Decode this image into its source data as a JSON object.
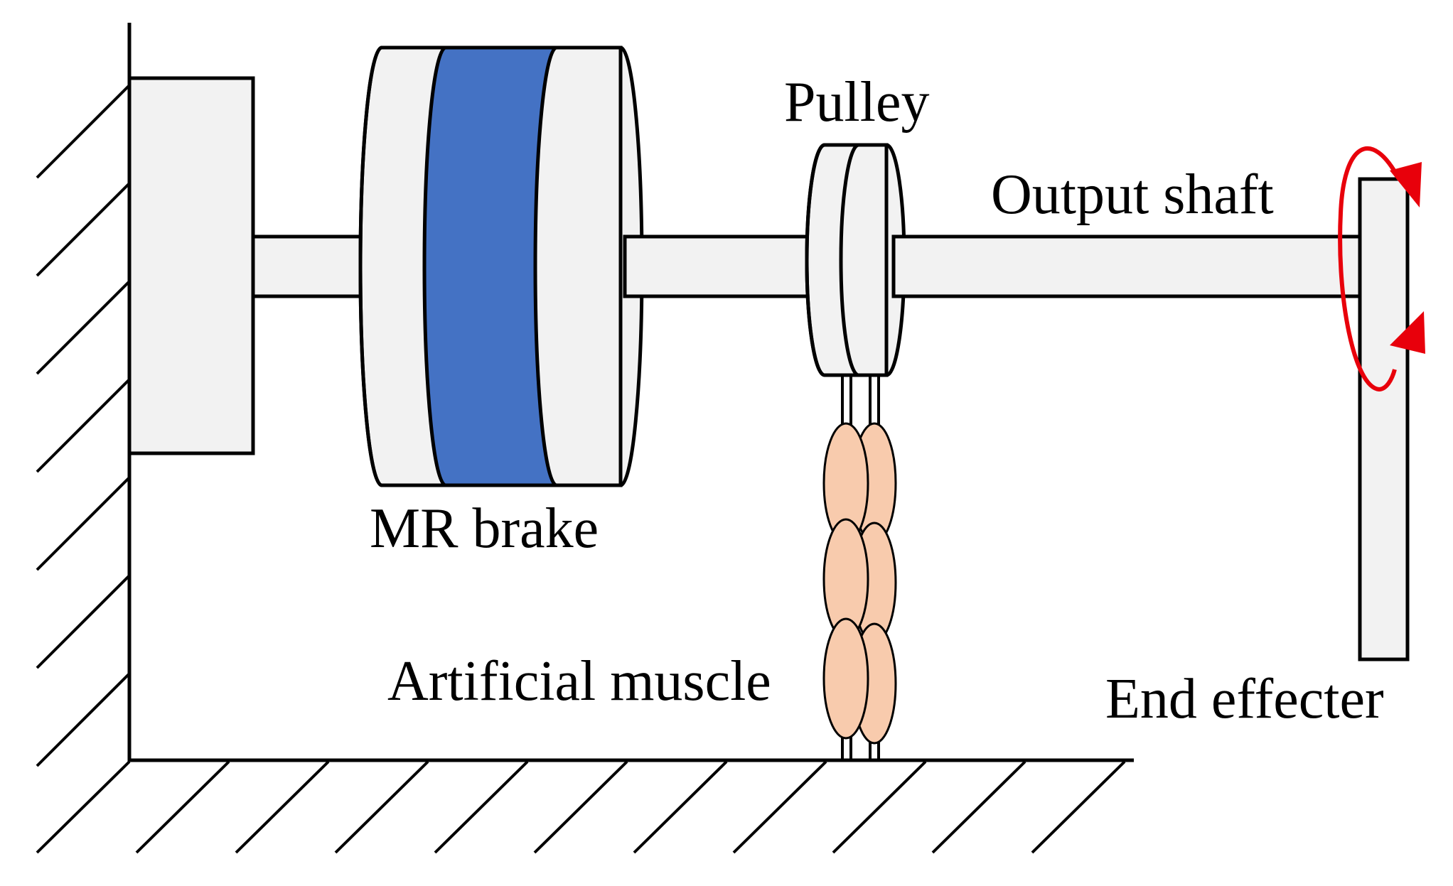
{
  "labels": {
    "pulley": "Pulley",
    "output_shaft": "Output shaft",
    "mr_brake": "MR brake",
    "artificial_muscle": "Artificial muscle",
    "end_effector": "End effecter"
  },
  "colors": {
    "part_fill": "#f2f2f2",
    "brake_core": "#4472c4",
    "muscle": "#f8cbad",
    "rotation_arrow": "#e8000b",
    "stroke": "#000000"
  }
}
